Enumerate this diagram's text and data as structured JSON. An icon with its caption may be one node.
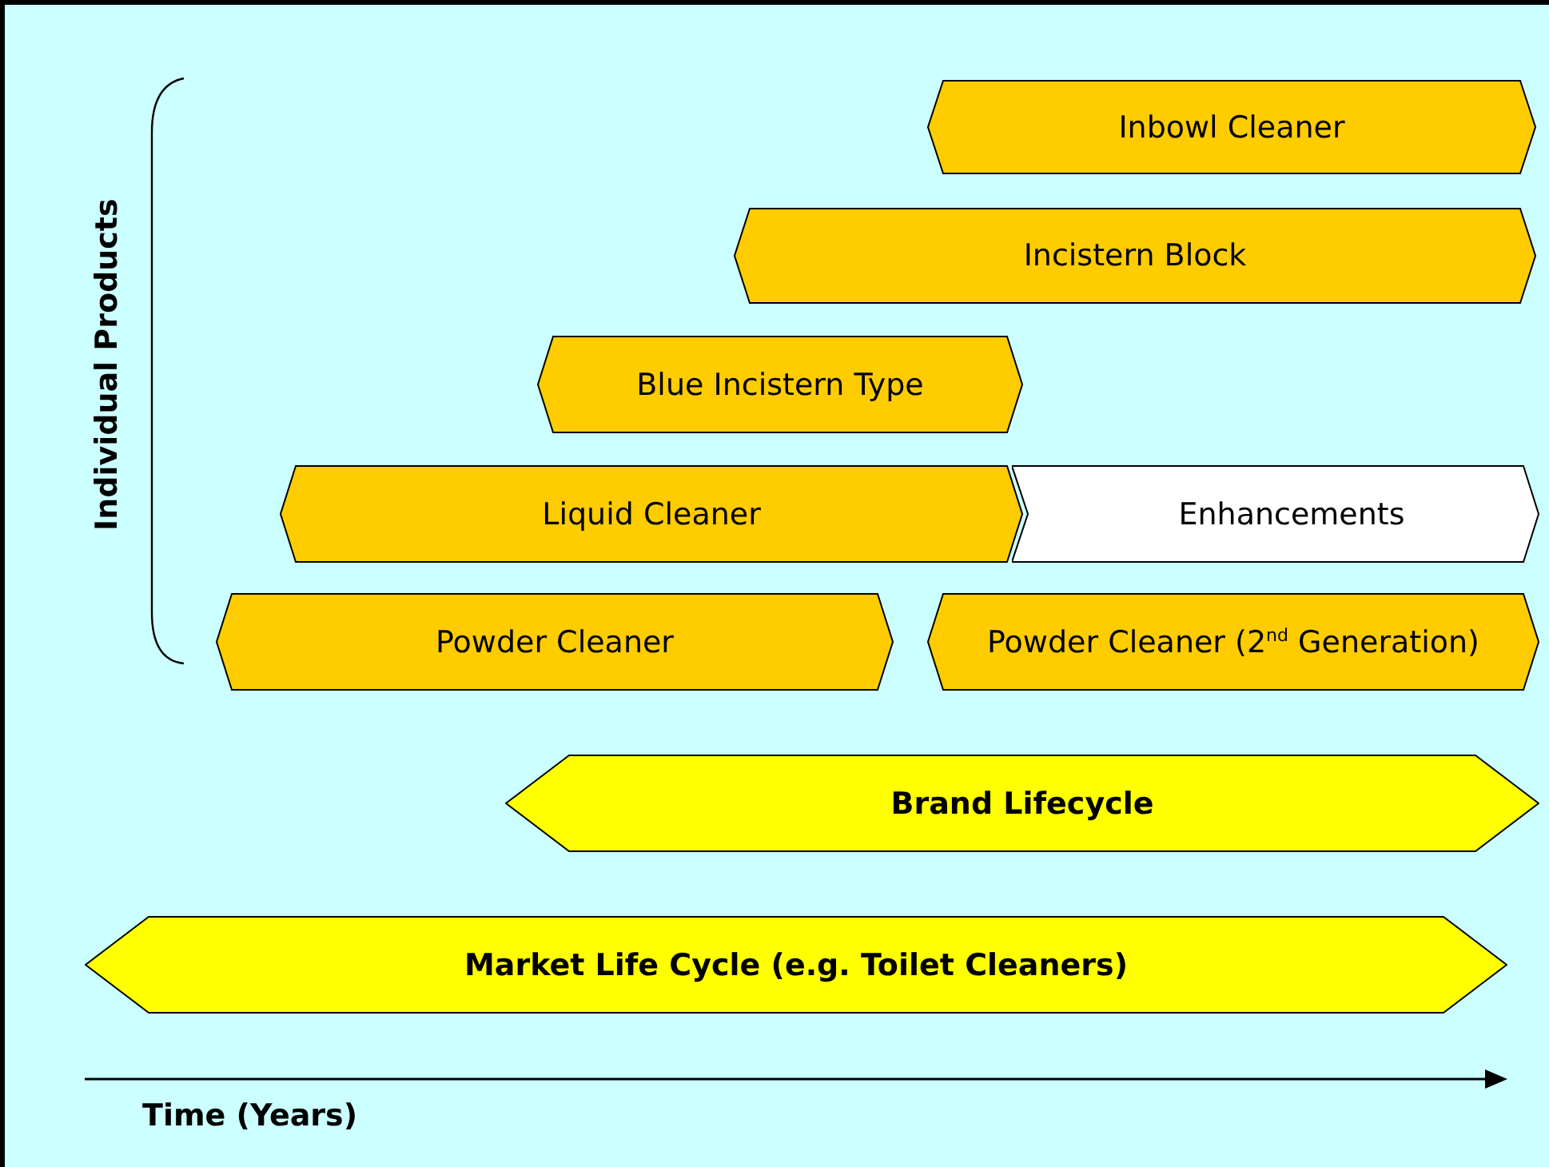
{
  "diagram": {
    "nodes": [
      {
        "text": [
          "Inbowl Cleaner"
        ]
      },
      {
        "text": [
          "Incistern Block"
        ]
      },
      {
        "text": [
          "Blue Incistern Type"
        ]
      },
      {
        "text": [
          "Liquid Cleaner"
        ]
      },
      {
        "text": [
          "Enhancements"
        ]
      },
      {
        "text": [
          "Powder Cleaner"
        ]
      },
      {
        "text": [
          "Powder Cleaner (2$^{nd}$ Generation)"
        ]
      },
      {
        "text": [
          "Brand Lifecycle"
        ]
      },
      {
        "text": [
          "Market Life Cycle (e.g. Toilet Cleaners)"
        ]
      }
    ],
    "labels": [
      "Individual Products",
      "Time (Years)"
    ]
  }
}
